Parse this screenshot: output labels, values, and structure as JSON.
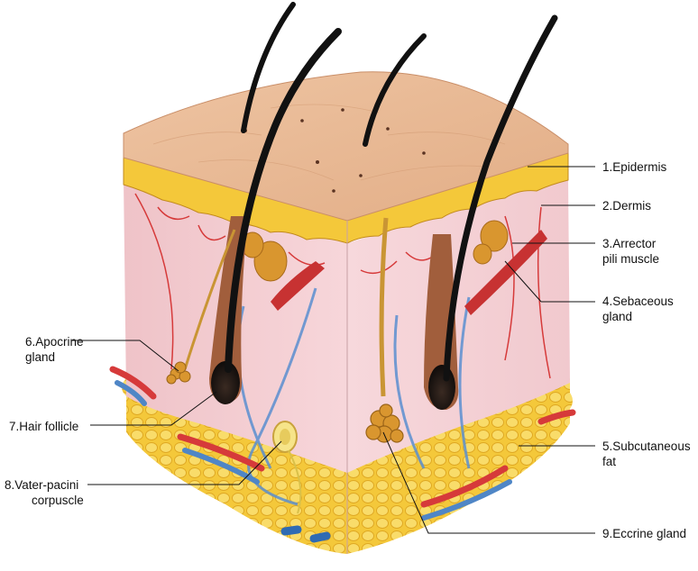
{
  "labels": {
    "epidermis": "1.Epidermis",
    "dermis": "2.Dermis",
    "arrector_line1": "3.Arrector",
    "arrector_line2": "pili muscle",
    "sebaceous_line1": "4.Sebaceous",
    "sebaceous_line2": "gland",
    "subcutaneous_line1": "5.Subcutaneous",
    "subcutaneous_line2": "fat",
    "apocrine_line1": "6.Apocrine",
    "apocrine_line2": "gland",
    "hair_follicle": "7.Hair follicle",
    "vater_line1": "8.Vater-pacini",
    "vater_line2": "corpuscle",
    "eccrine": "9.Eccrine gland"
  },
  "colors": {
    "epidermis": "#e8b892",
    "dermis": "#f5cfd3",
    "fat": "#f3c53b",
    "hair": "#1a1a1a",
    "artery": "#d63a3a",
    "vein": "#4f86c6",
    "gland": "#d9962f",
    "nerve": "#c9a33d"
  }
}
